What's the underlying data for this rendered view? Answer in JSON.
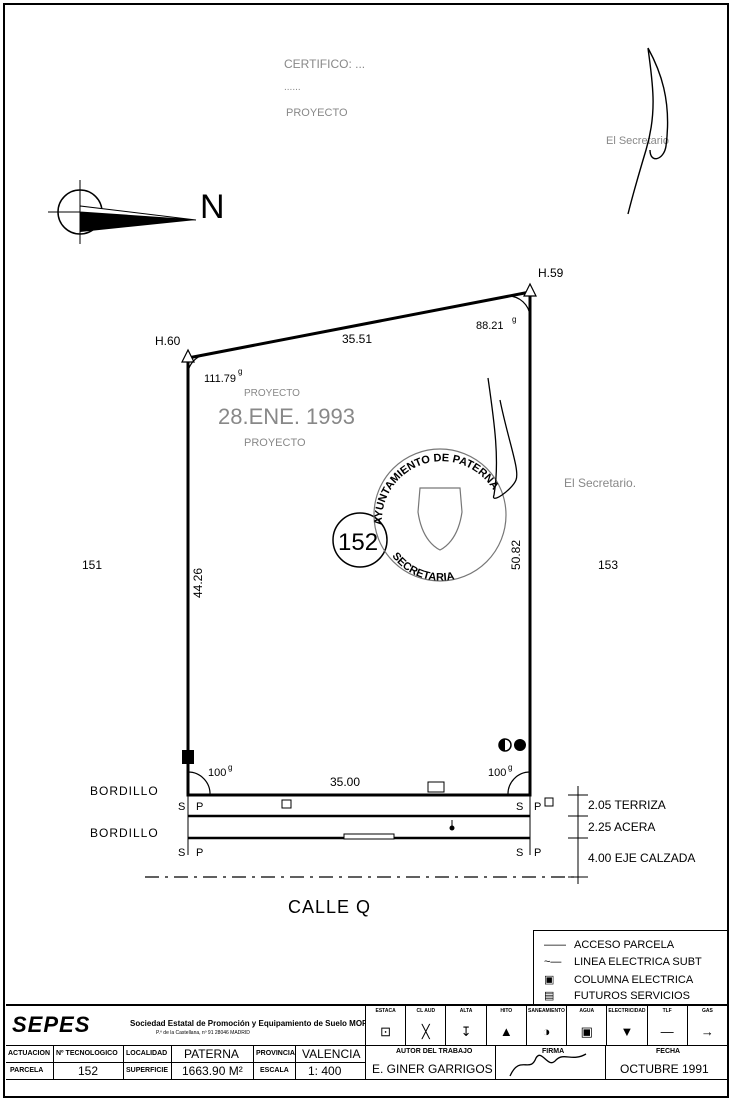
{
  "stamp_top": {
    "line1": "CERTIFICO: ...",
    "line2": "......",
    "word_proyecto": "PROYECTO",
    "secretario": "El Secretario"
  },
  "north": {
    "label": "N"
  },
  "plot": {
    "number": "152",
    "vertex_h59": "H.59",
    "vertex_h60": "H.60",
    "angle_h60": "111.79",
    "angle_h59": "88.21",
    "angle_sw": "100",
    "angle_se": "100",
    "angle_unit": "g",
    "side_top": "35.51",
    "side_left": "44.26",
    "side_right": "50.82",
    "side_bottom": "35.00",
    "neighbor_left": "151",
    "neighbor_right": "153"
  },
  "stamp_plan": {
    "date": "28.ENE. 1993",
    "word_proyecto": "PROYECTO",
    "seal_text": "AYUNTAMIENTO DE PATERNA",
    "seal_bottom": "SECRETARIA",
    "secretario": "El Secretario."
  },
  "street": {
    "bordillo_1": "BORDILLO",
    "bordillo_2": "BORDILLO",
    "sp_label": "S",
    "p_label": "P",
    "terraza": "2.05  TERRIZA",
    "acera": "2.25  ACERA",
    "eje": "4.00  EJE CALZADA",
    "calle": "CALLE    Q"
  },
  "legend": {
    "items": [
      {
        "symbol": "——",
        "label": "ACCESO PARCELA"
      },
      {
        "symbol": "~—",
        "label": "LINEA ELECTRICA SUBT"
      },
      {
        "symbol": "▣",
        "label": "COLUMNA ELECTRICA"
      },
      {
        "symbol": "▤",
        "label": "FUTUROS SERVICIOS"
      }
    ]
  },
  "title_block": {
    "logo": "SEPES",
    "company": "Sociedad Estatal de Promoción y Equipamiento de Suelo  MOPU",
    "company_sub": "P.º de la Castellana, nº 91  28046 MADRID",
    "actuacion_label": "ACTUACION",
    "parcela_label": "PARCELA",
    "ntecnologico_label": "Nº TECNOLOGICO",
    "parcela_value": "152",
    "localidad_label": "LOCALIDAD",
    "superficie_label": "SUPERFICIE",
    "localidad_value": "PATERNA",
    "superficie_value": "1663.90  M²",
    "provincia_label": "PROVINCIA",
    "escala_label": "ESCALA",
    "provincia_value": "VALENCIA",
    "escala_value": "1: 400",
    "autor_label": "AUTOR DEL TRABAJO",
    "autor_value": "E. GINER GARRIGOS",
    "firma_label": "FIRMA",
    "fecha_label": "FECHA",
    "fecha_value": "OCTUBRE 1991",
    "services": [
      {
        "label": "ESTACA",
        "icon": "⊡"
      },
      {
        "label": "CL AUD",
        "icon": "╳"
      },
      {
        "label": "ALTA",
        "icon": "↧"
      },
      {
        "label": "HITO",
        "icon": "▲"
      },
      {
        "label": "SANEAMIENTO",
        "icon": "◑"
      },
      {
        "label": "AGUA",
        "icon": "▣"
      },
      {
        "label": "ELECTRICIDAD",
        "icon": "▼"
      },
      {
        "label": "TLF",
        "icon": "—"
      },
      {
        "label": "GAS",
        "icon": "→"
      }
    ]
  }
}
